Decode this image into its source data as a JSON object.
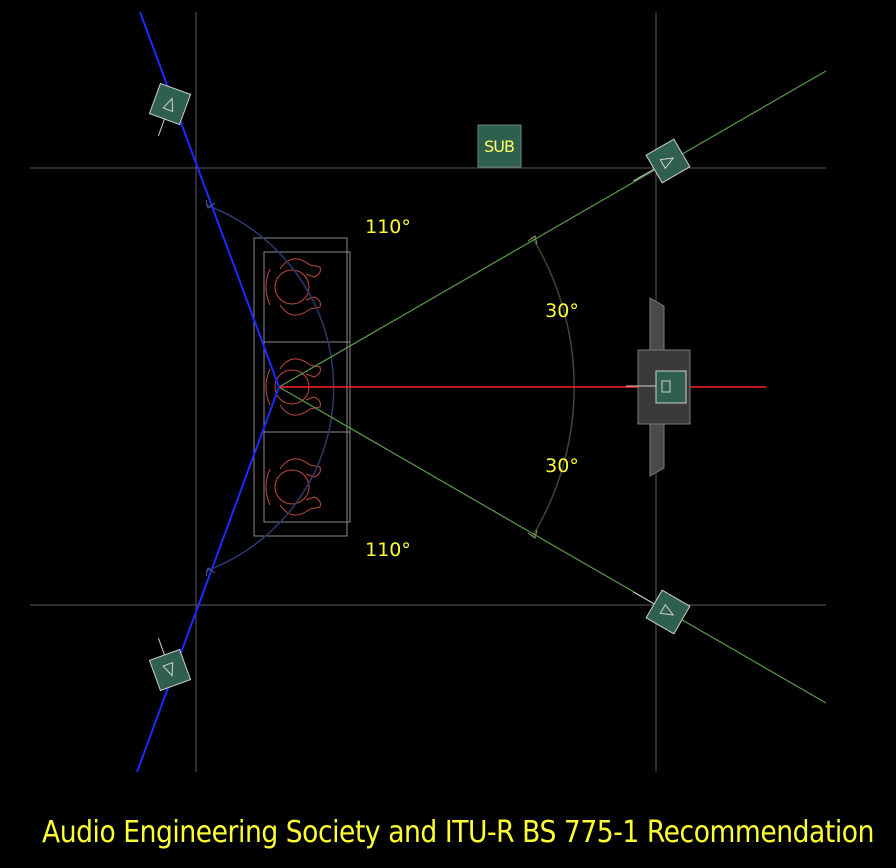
{
  "diagram": {
    "sub_label": "SUB",
    "angles": {
      "surround_top": "110°",
      "surround_bottom": "110°",
      "front_top": "30°",
      "front_bottom": "30°"
    },
    "caption": "Audio Engineering Society and ITU-R BS 775-1 Recommendation"
  },
  "colors": {
    "background": "#000000",
    "surround_axis": "#1a2bff",
    "center_axis": "#ff1a1a",
    "front_axes": "#5a9a4a",
    "grid": "#5a5a5a",
    "surround_arc": "#2a3a6a",
    "front_arc": "#3a4a2a",
    "speaker_fill": "#2f5f4f",
    "seat_outline": "#c04a3a",
    "label_text": "#ffff33"
  }
}
